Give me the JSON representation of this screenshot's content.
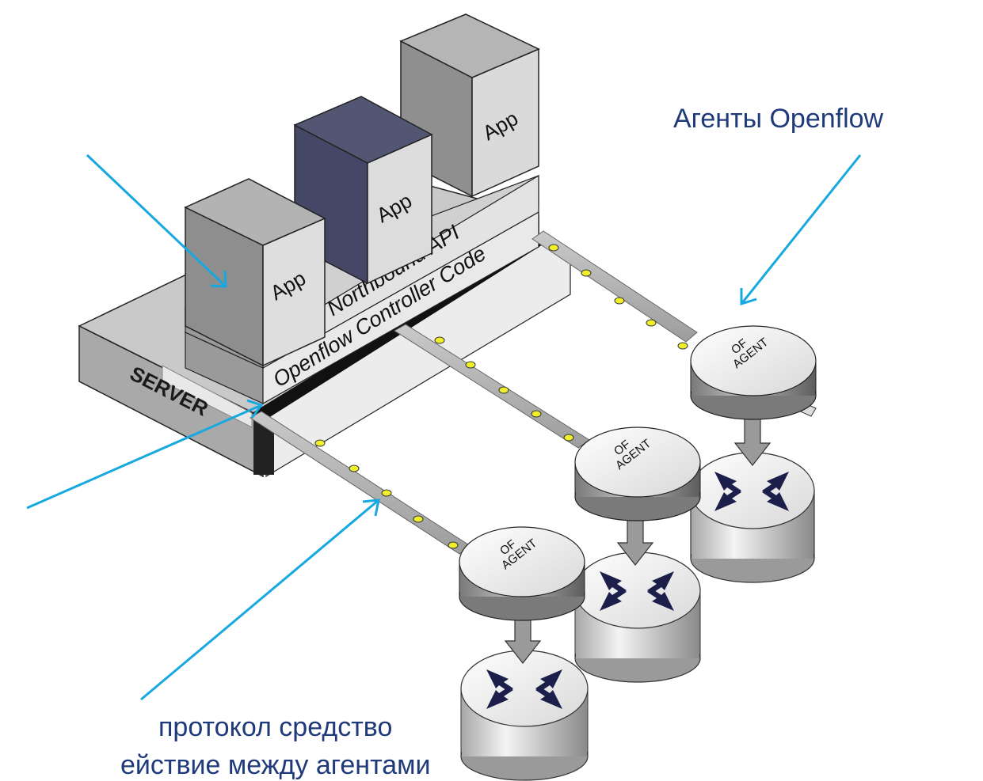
{
  "labels": {
    "server": "SERVER",
    "controller_code": "Openflow Controller Code",
    "northbound_api": "Northbound API",
    "app": "App",
    "of_agent_line1": "OF",
    "of_agent_line2": "AGENT"
  },
  "callouts": {
    "agents": "Агенты Openflow",
    "protocol_line1": "протокол средство",
    "protocol_line2": "ействие между агентами"
  },
  "colors": {
    "callout_text": "#1f3a7a",
    "arrow": "#17a8e0",
    "app_highlight": "#444766",
    "led": "#f1ef2b"
  },
  "icons": [
    "arrow-in-icon",
    "down-arrow-icon"
  ]
}
